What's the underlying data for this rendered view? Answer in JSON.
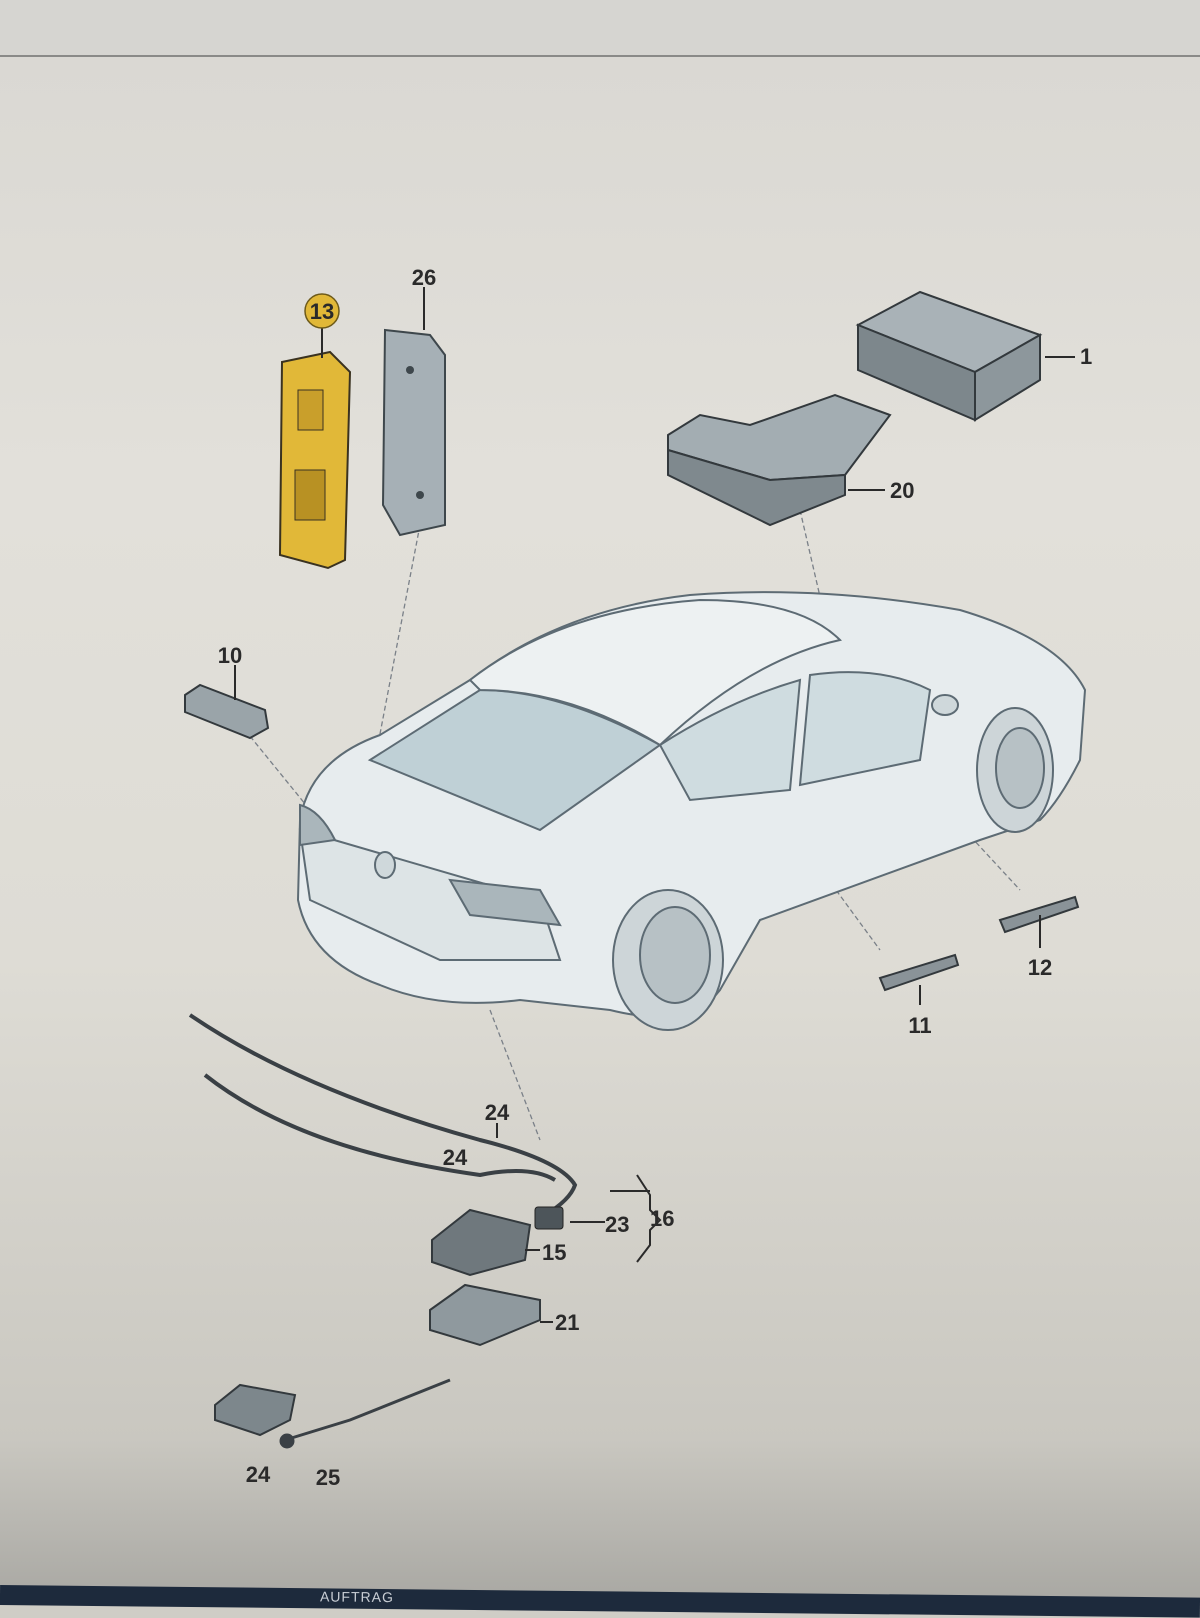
{
  "diagram": {
    "highlight_color": "#e1b838",
    "part_labels": {
      "p1": "1",
      "p10": "10",
      "p11": "11",
      "p12": "12",
      "p13": "13",
      "p15": "15",
      "p16": "16",
      "p20": "20",
      "p21": "21",
      "p23": "23",
      "p24a": "24",
      "p24b": "24",
      "p24c": "24",
      "p25": "25",
      "p26": "26"
    },
    "selected_part": "13"
  },
  "footer": {
    "partial_text": "AUFTRAG"
  }
}
